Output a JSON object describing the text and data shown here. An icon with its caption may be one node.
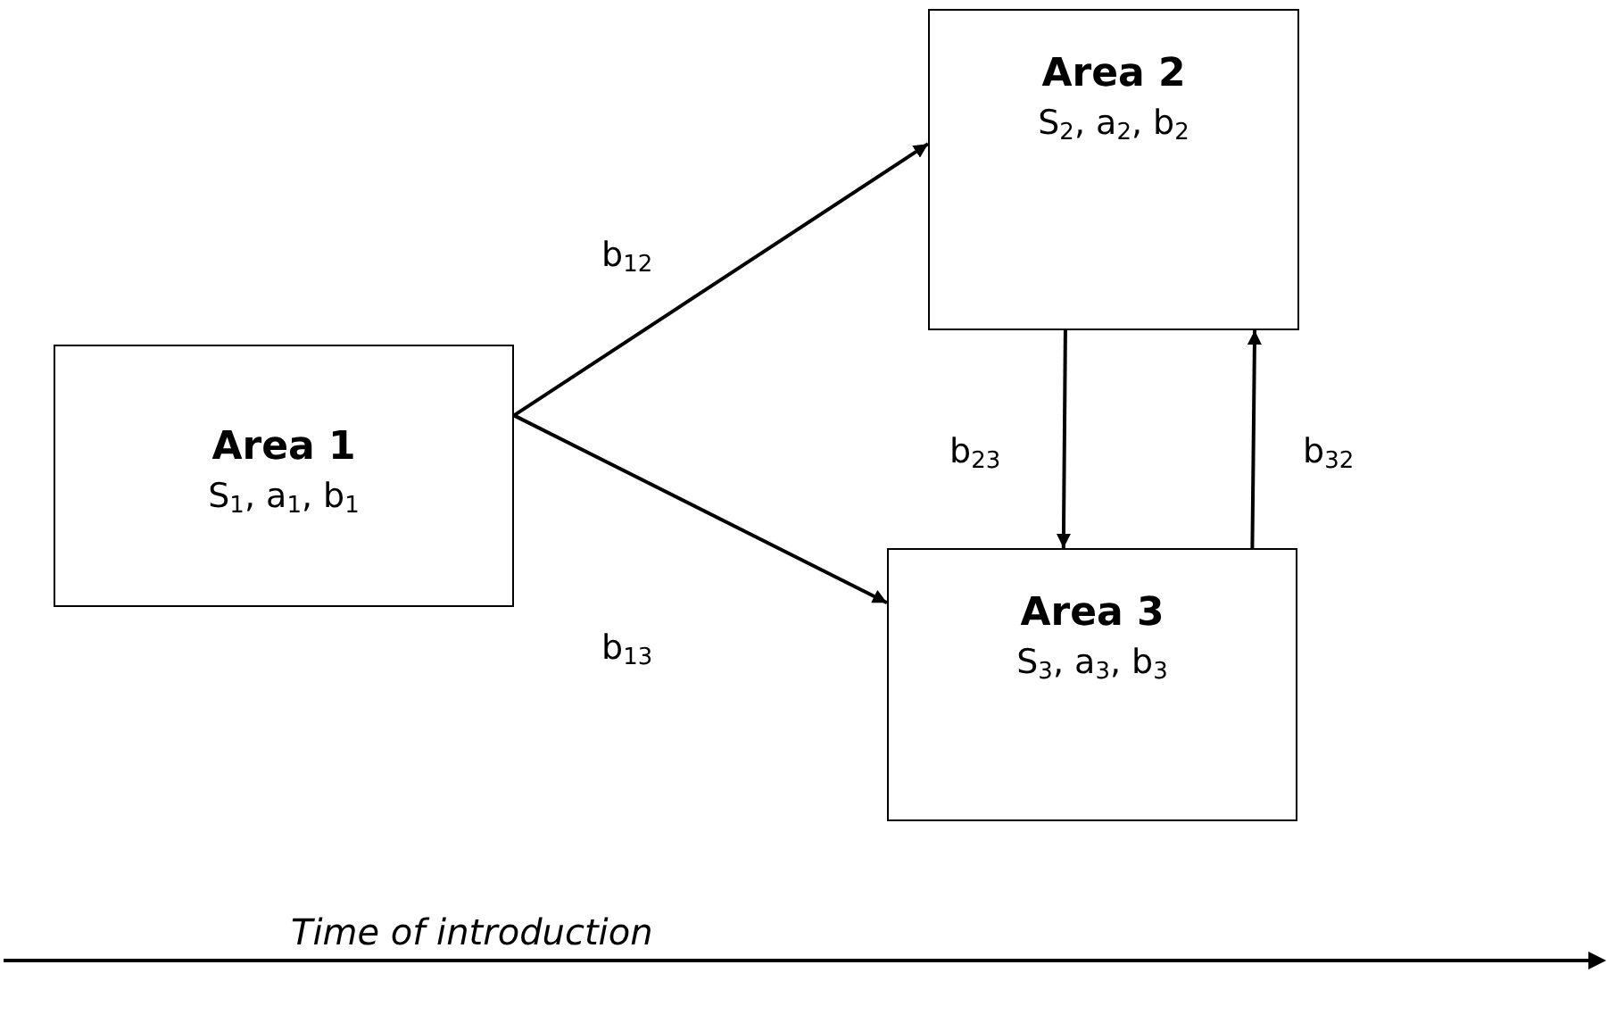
{
  "diagram": {
    "nodes": [
      {
        "text": [
          "Area 1",
          "S$_{1}$, a$_{1}$, b$_{1}$"
        ]
      },
      {
        "text": [
          "Area 2",
          "S$_{2}$, a$_{2}$, b$_{2}$"
        ]
      },
      {
        "text": [
          "Area 3",
          "S$_{3}$, a$_{3}$, b$_{3}$"
        ]
      }
    ],
    "edges": [
      {
        "from": 0,
        "to": 1,
        "arrow": "to",
        "label": "b$_{12}$"
      },
      {
        "from": 0,
        "to": 2,
        "arrow": "to",
        "label": "b$_{13}$"
      },
      {
        "from": 1,
        "to": 2,
        "arrow": "to",
        "label": "b$_{23}$"
      },
      {
        "from": 2,
        "to": 1,
        "arrow": "to",
        "label": "b$_{32}$"
      }
    ],
    "labels": [
      "Time of introduction"
    ]
  }
}
